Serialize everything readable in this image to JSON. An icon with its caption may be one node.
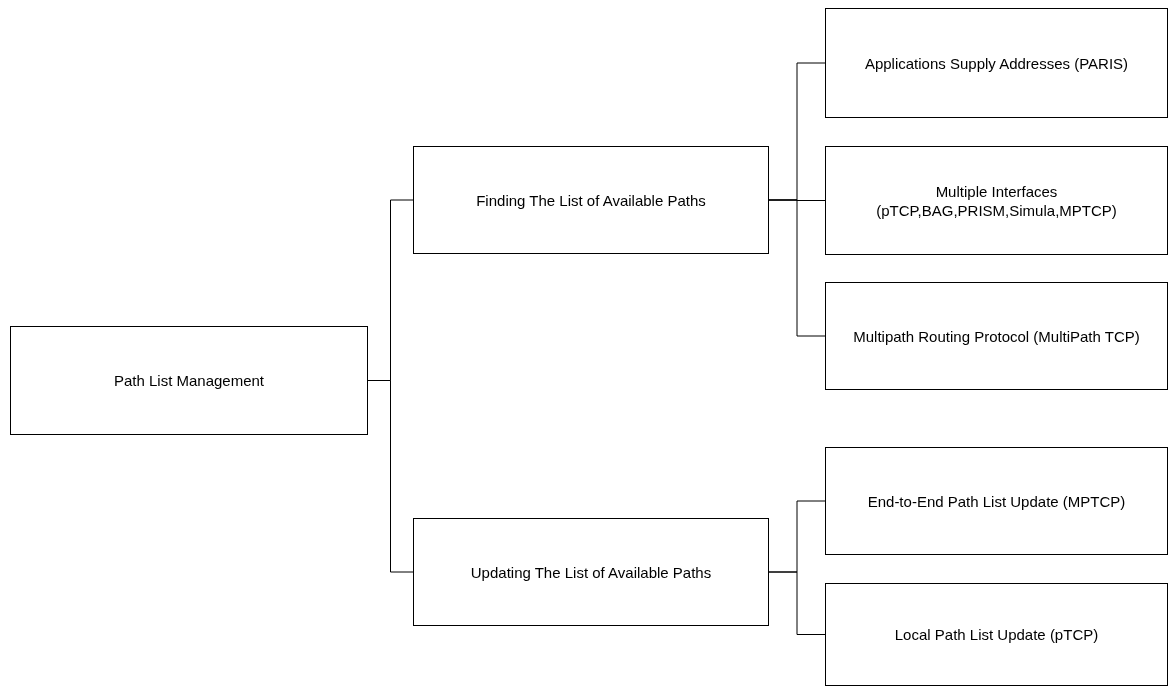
{
  "diagram": {
    "nodes": [
      {
        "text": [
          "Path List Management"
        ]
      },
      {
        "text": [
          "Finding The List of Available Paths"
        ]
      },
      {
        "text": [
          "Updating The List of Available Paths"
        ]
      },
      {
        "text": [
          "Applications Supply Addresses (PARIS)"
        ]
      },
      {
        "text": [
          "Multiple Interfaces (pTCP,BAG,PRISM,Simula,MPTCP)"
        ]
      },
      {
        "text": [
          "Multipath Routing Protocol (MultiPath TCP)"
        ]
      },
      {
        "text": [
          "End-to-End Path List Update (MPTCP)"
        ]
      },
      {
        "text": [
          "Local Path List Update (pTCP)"
        ]
      }
    ],
    "edges": [
      {
        "from": 0,
        "to": 1,
        "arrow": "none"
      },
      {
        "from": 0,
        "to": 2,
        "arrow": "none"
      },
      {
        "from": 1,
        "to": 3,
        "arrow": "none"
      },
      {
        "from": 1,
        "to": 4,
        "arrow": "none"
      },
      {
        "from": 1,
        "to": 5,
        "arrow": "none"
      },
      {
        "from": 2,
        "to": 6,
        "arrow": "none"
      },
      {
        "from": 2,
        "to": 7,
        "arrow": "none"
      }
    ]
  }
}
